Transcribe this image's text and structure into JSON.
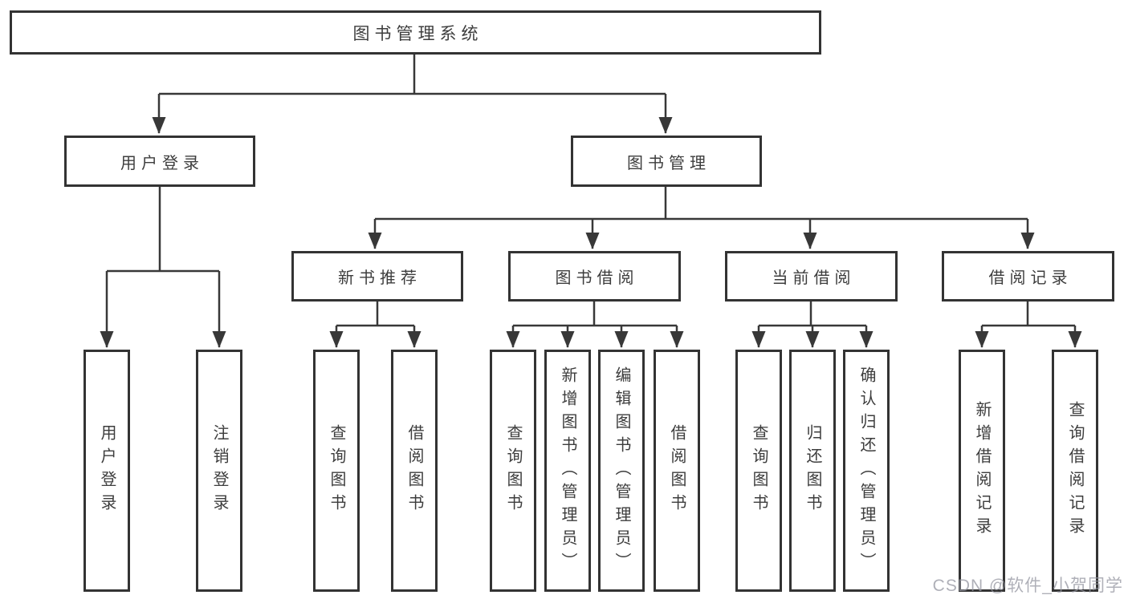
{
  "root": {
    "label": "图书管理系统"
  },
  "level2": [
    {
      "label": "用户登录"
    },
    {
      "label": "图书管理"
    }
  ],
  "level3": [
    {
      "label": "新书推荐",
      "parent": "图书管理"
    },
    {
      "label": "图书借阅",
      "parent": "图书管理"
    },
    {
      "label": "当前借阅",
      "parent": "图书管理"
    },
    {
      "label": "借阅记录",
      "parent": "图书管理"
    }
  ],
  "leaves": [
    {
      "group": "用户登录",
      "label": "用户登录"
    },
    {
      "group": "用户登录",
      "label": "注销登录"
    },
    {
      "group": "新书推荐",
      "label": "查询图书"
    },
    {
      "group": "新书推荐",
      "label": "借阅图书"
    },
    {
      "group": "图书借阅",
      "label": "查询图书"
    },
    {
      "group": "图书借阅",
      "label": "新增图书（管理员）"
    },
    {
      "group": "图书借阅",
      "label": "编辑图书（管理员）"
    },
    {
      "group": "图书借阅",
      "label": "借阅图书"
    },
    {
      "group": "当前借阅",
      "label": "查询图书"
    },
    {
      "group": "当前借阅",
      "label": "归还图书"
    },
    {
      "group": "当前借阅",
      "label": "确认归还（管理员）"
    },
    {
      "group": "借阅记录",
      "label": "新增借阅记录"
    },
    {
      "group": "借阅记录",
      "label": "查询借阅记录"
    }
  ],
  "watermark": {
    "text": "CSDN @软件_小贺同学"
  },
  "colors": {
    "line": "#383838",
    "border": "#333333",
    "text": "#3d3d3d",
    "background": "#ffffff",
    "watermark": "#9496a0"
  }
}
